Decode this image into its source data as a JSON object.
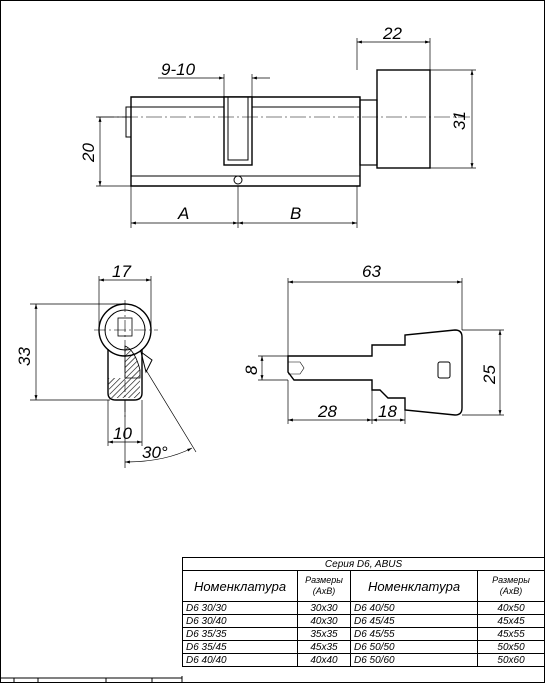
{
  "drawing": {
    "dims": {
      "gap": "9-10",
      "knob_len": "22",
      "height": "20",
      "knob_dia": "31",
      "a": "A",
      "b": "B",
      "profile_width": "17",
      "profile_height": "33",
      "bottom_width": "10",
      "angle": "30°",
      "key_len": "63",
      "key_blade_h": "8",
      "key_head_h": "25",
      "blade_len": "28",
      "shoulder_len": "18"
    }
  },
  "spec_table": {
    "title": "Серия D6, ABUS",
    "headers": {
      "name_left": "Номенклатура",
      "size_left": "Размеры (АхВ)",
      "name_right": "Номенклатура",
      "size_right": "Размеры (АхВ)"
    },
    "rows": [
      {
        "n1": "D6 30/30",
        "s1": "30x30",
        "n2": "D6 40/50",
        "s2": "40x50"
      },
      {
        "n1": "D6 30/40",
        "s1": "40x30",
        "n2": "D6 45/45",
        "s2": "45x45"
      },
      {
        "n1": "D6 35/35",
        "s1": "35x35",
        "n2": "D6 45/55",
        "s2": "45x55"
      },
      {
        "n1": "D6 35/45",
        "s1": "45x35",
        "n2": "D6 50/50",
        "s2": "50x50"
      },
      {
        "n1": "D6 40/40",
        "s1": "40x40",
        "n2": "D6 50/60",
        "s2": "50x60"
      }
    ]
  }
}
